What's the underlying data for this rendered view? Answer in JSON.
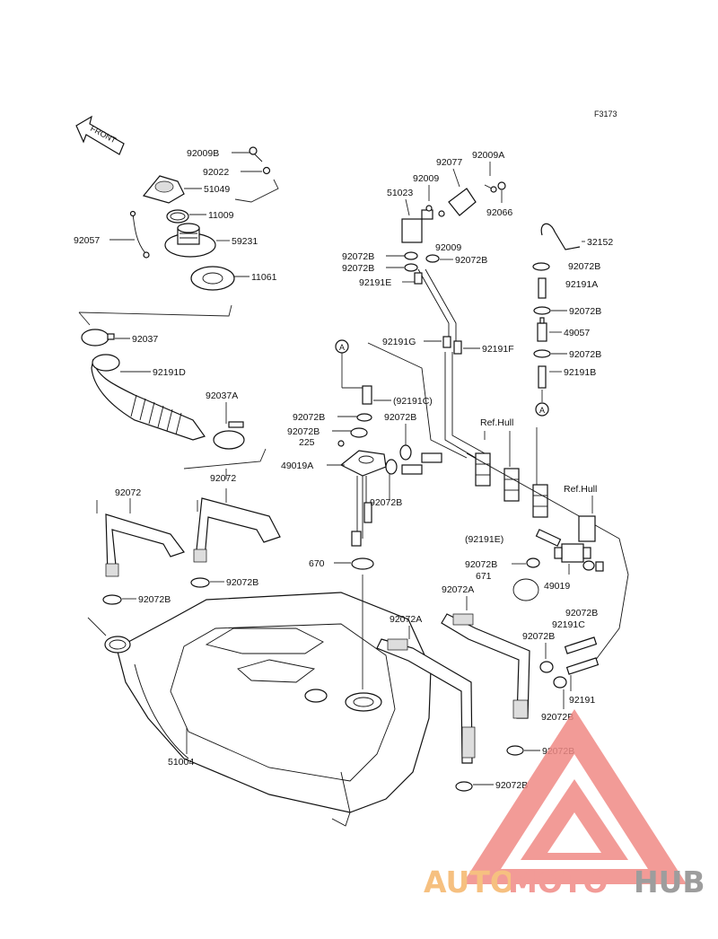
{
  "figure_code": "F3173",
  "front_label": "FRONT",
  "marker_a": "A",
  "labels": {
    "p92009B": "92009B",
    "p92022": "92022",
    "p51049": "51049",
    "p11009": "11009",
    "p92057": "92057",
    "p59231": "59231",
    "p11061": "11061",
    "p92037": "92037",
    "p92191D": "92191D",
    "p92037A": "92037A",
    "p92072_top": "92072",
    "p92072_left": "92072",
    "p92072B_a": "92072B",
    "p92072B_b": "92072B",
    "p51004": "51004",
    "p92077": "92077",
    "p92009A": "92009A",
    "p92009_a": "92009",
    "p51023": "51023",
    "p92066": "92066",
    "p92072B_c": "92072B",
    "p92009_b": "92009",
    "p92072B_d": "92072B",
    "p92072B_e": "92072B",
    "p92191E": "92191E",
    "p92191G": "92191G",
    "p92191F": "92191F",
    "p92191C_paren": "(92191C)",
    "p92072B_f": "92072B",
    "p92072B_g": "92072B",
    "p92072B_h": "92072B",
    "p225": "225",
    "p49019A": "49019A",
    "p92072B_i": "92072B",
    "p670": "670",
    "p32152": "32152",
    "p92072B_j": "92072B",
    "p92191A": "92191A",
    "p92072B_k": "92072B",
    "p49057": "49057",
    "p92072B_l": "92072B",
    "p92191B": "92191B",
    "ref_hull_a": "Ref.Hull",
    "ref_hull_b": "Ref.Hull",
    "p92191E_paren": "(92191E)",
    "p92072B_m": "92072B",
    "p671": "671",
    "p49019": "49019",
    "p92072A_a": "92072A",
    "p92072A_b": "92072A",
    "p92072B_n": "92072B",
    "p92191C": "92191C",
    "p92072B_o": "92072B",
    "p92191": "92191",
    "p92072B_p": "92072B",
    "p92072B_q": "92072B",
    "p92072B_r": "92072B"
  },
  "watermark": {
    "part1": "AUTO",
    "part2": "MOTO",
    "part3": "HUB",
    "color1": "#f5b66b",
    "color2": "#f08a86",
    "color3": "#8d8d8d"
  }
}
